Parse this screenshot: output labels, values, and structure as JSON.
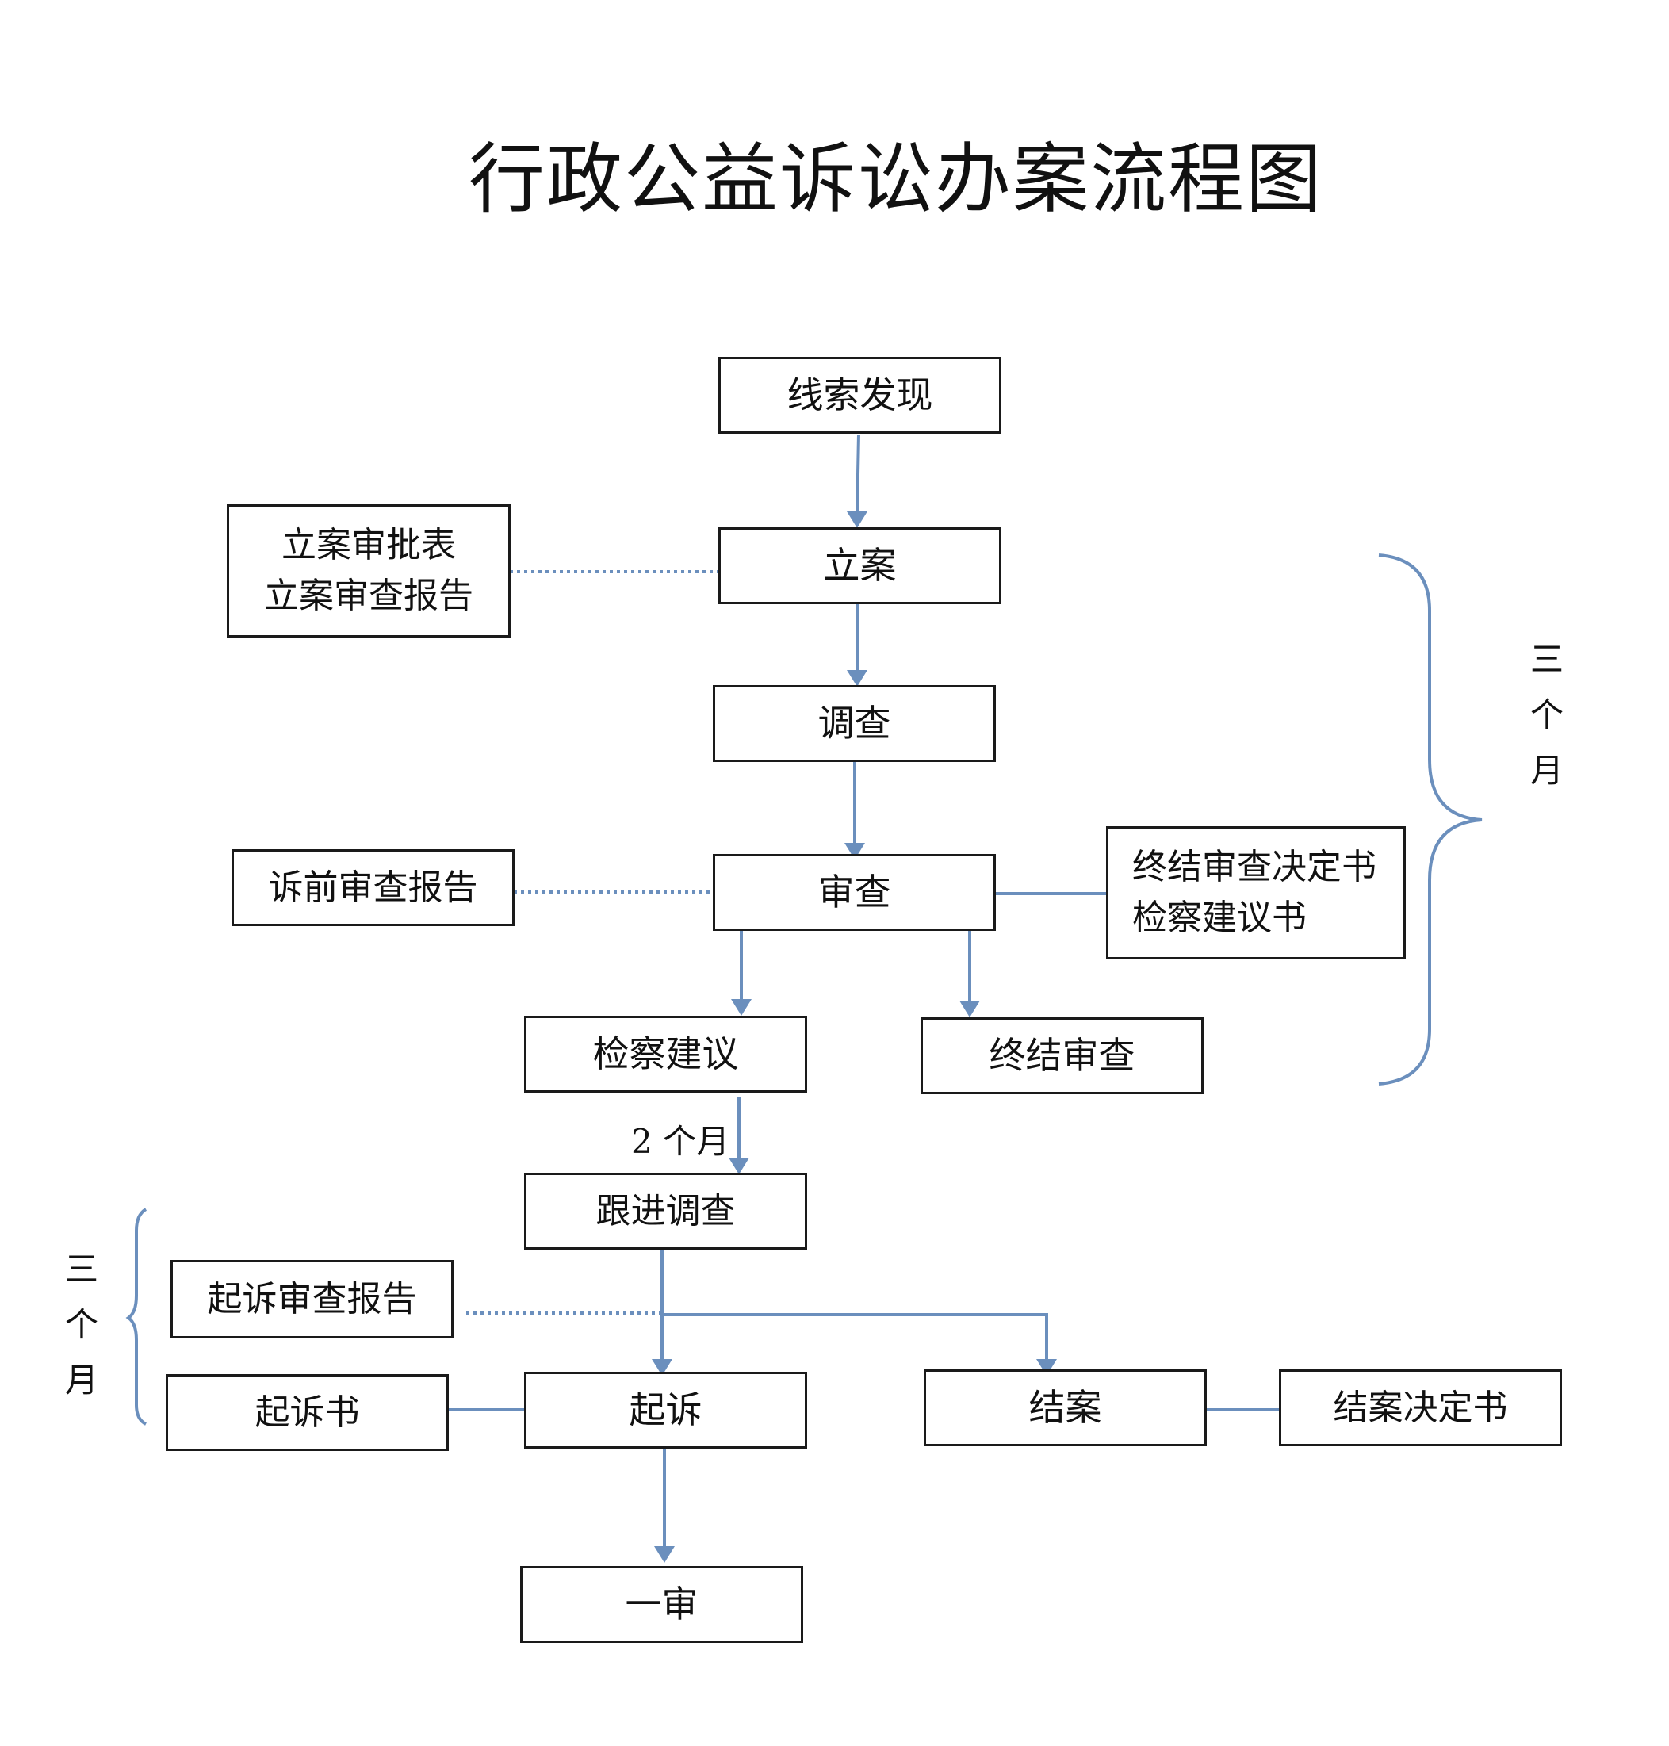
{
  "title": "行政公益诉讼办案流程图",
  "colors": {
    "connector": "#6b8fbd",
    "box_border": "#1a1a1a"
  },
  "nodes": {
    "clue": "线索发现",
    "filing": "立案",
    "filing_docs": [
      "立案审批表",
      "立案审查报告"
    ],
    "investigation": "调查",
    "review": "审查",
    "pre_suit_report": "诉前审查报告",
    "termination_docs": [
      "终结审查决定书",
      "检察建议书"
    ],
    "procuratorial_advice": "检察建议",
    "termination_review": "终结审查",
    "followup": "跟进调查",
    "suit_review_report": "起诉审查报告",
    "indictment": "起诉书",
    "prosecution": "起诉",
    "case_closed": "结案",
    "closing_decision": "结案决定书",
    "first_instance": "一审"
  },
  "annotations": {
    "two_months": "2 个月",
    "three_months_right": [
      "三",
      "个",
      "月"
    ],
    "three_months_left": [
      "三",
      "个",
      "月"
    ]
  }
}
